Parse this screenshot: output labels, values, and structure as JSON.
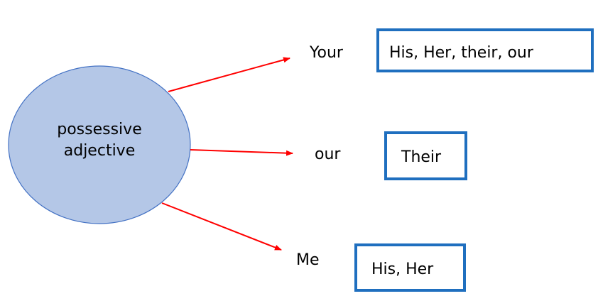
{
  "center": {
    "line1": "possessive",
    "line2": "adjective",
    "fill_color": "#b4c7e7",
    "stroke_color": "#4472c4"
  },
  "arrow_color": "#ff0000",
  "box_border_color": "#1f6fbf",
  "branches": [
    {
      "label": "Your",
      "answer": "His, Her, their, our"
    },
    {
      "label": "our",
      "answer": "Their"
    },
    {
      "label": "Me",
      "answer": "His, Her"
    }
  ]
}
